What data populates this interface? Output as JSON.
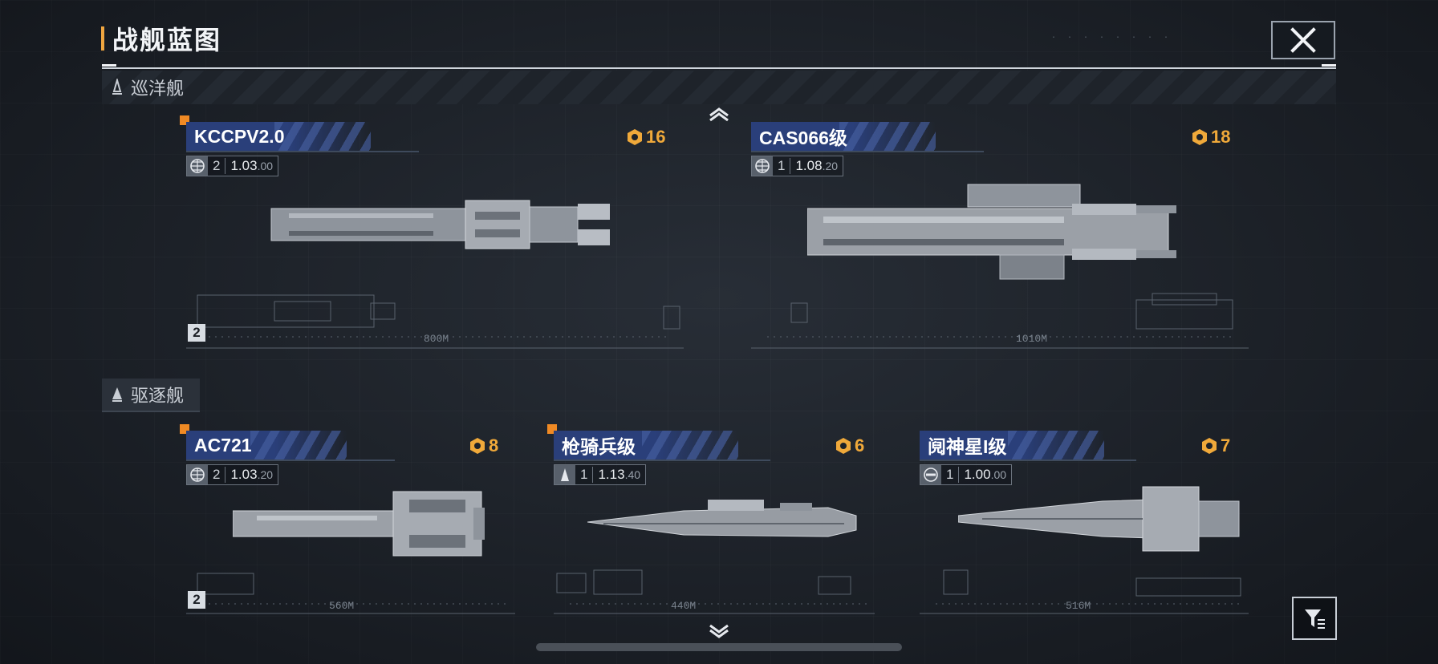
{
  "header": {
    "title": "战舰蓝图"
  },
  "sections": {
    "cruiser": {
      "label": "巡洋舰"
    },
    "destroyer": {
      "label": "驱逐舰"
    }
  },
  "ships": {
    "kccpv": {
      "name": "KCCPV2.0",
      "points": "16",
      "count": "2",
      "version": "1.03",
      "version_sub": ".00",
      "length": "800M",
      "tier": "2",
      "is_new": true
    },
    "cas066": {
      "name": "CAS066级",
      "points": "18",
      "count": "1",
      "version": "1.08",
      "version_sub": ".20",
      "length": "1010M",
      "is_new": false
    },
    "ac721": {
      "name": "AC721",
      "points": "8",
      "count": "2",
      "version": "1.03",
      "version_sub": ".20",
      "length": "560M",
      "tier": "2",
      "is_new": true
    },
    "lancer": {
      "name": "枪骑兵级",
      "points": "6",
      "count": "1",
      "version": "1.13",
      "version_sub": ".40",
      "length": "440M",
      "is_new": true
    },
    "shenxing": {
      "name": "阋神星I级",
      "points": "7",
      "count": "1",
      "version": "1.00",
      "version_sub": ".00",
      "length": "516M",
      "is_new": false
    }
  },
  "icons": {
    "close": "close-icon",
    "filter": "filter-icon",
    "scroll_up": "chevron-up-icon",
    "scroll_down": "chevron-down-icon",
    "points": "badge-icon"
  },
  "colors": {
    "accent_orange": "#f0a93a",
    "new_marker": "#f08a24",
    "name_bar_blue": "#2a3f7a"
  }
}
